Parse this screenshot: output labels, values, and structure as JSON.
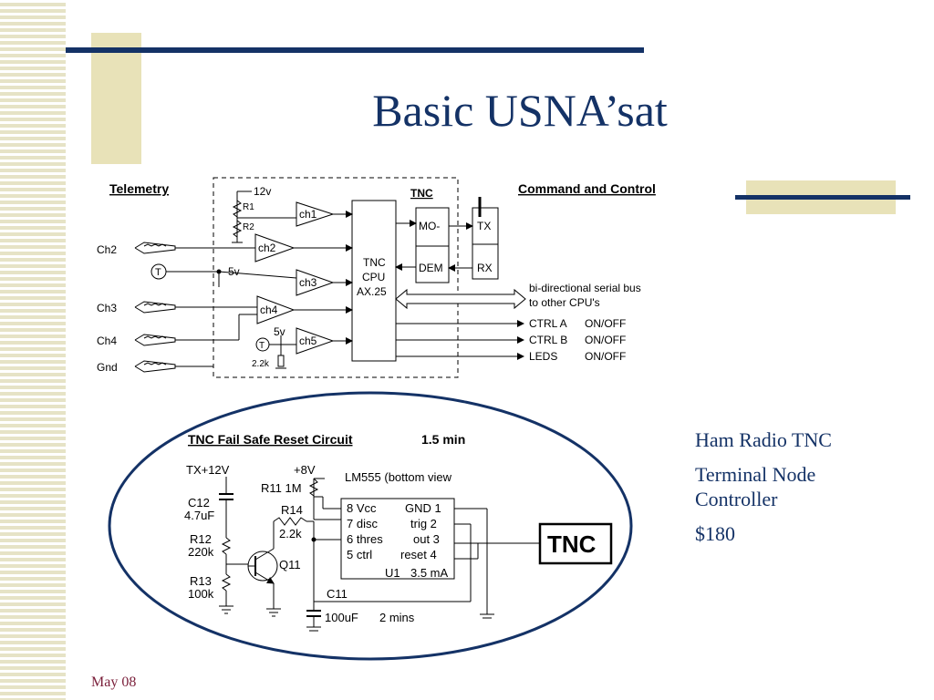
{
  "slide": {
    "title": "Basic USNA’sat",
    "footer": "May 08",
    "colors": {
      "title": "#143266",
      "accent": "#e8e2b8",
      "footer": "#7a1f3a"
    }
  },
  "info_lines": [
    "Ham Radio TNC",
    "Terminal Node Controller",
    "$180"
  ],
  "telemetry_diagram": {
    "telemetry_label": "Telemetry",
    "tnc_label": "TNC",
    "command_label": "Command and Control",
    "supply_12v": "12v",
    "r1": "R1",
    "r2": "R2",
    "supply_5v": "5v",
    "temp_symbol": "T",
    "resistor_22k": "2.2k",
    "channel_inputs": [
      "Ch2",
      "Ch3",
      "Ch4",
      "Gnd"
    ],
    "amplifiers": [
      "ch1",
      "ch2",
      "ch3",
      "ch4",
      "ch5"
    ],
    "cpu_lines": [
      "TNC",
      "CPU",
      "AX.25"
    ],
    "modem_top": "MO-",
    "modem_bottom": "DEM",
    "tx": "TX",
    "rx": "RX",
    "bus_lines": [
      "bi-directional serial bus",
      "to other CPU's"
    ],
    "outputs": [
      {
        "name": "CTRL A",
        "state": "ON/OFF"
      },
      {
        "name": "CTRL B",
        "state": "ON/OFF"
      },
      {
        "name": "LEDS",
        "state": "ON/OFF"
      }
    ]
  },
  "reset_circuit": {
    "title": "TNC Fail Safe Reset Circuit",
    "time": "1.5 min",
    "tx_supply": "TX+12V",
    "supply_8v": "+8V",
    "r11": "R11 1M",
    "lm555": "LM555 (bottom view",
    "c12_name": "C12",
    "c12_value": "4.7uF",
    "r14_name": "R14",
    "r14_value": "2.2k",
    "r12_name": "R12",
    "r12_value": "220k",
    "r13_name": "R13",
    "r13_value": "100k",
    "q11": "Q11",
    "pins_left": [
      "8 Vcc",
      "7 disc",
      "6 thres",
      "5 ctrl"
    ],
    "pins_right": [
      "GND 1",
      "trig 2",
      "out 3",
      "reset 4"
    ],
    "u1": "U1",
    "current": "3.5 mA",
    "c11_name": "C11",
    "c11_value": "100uF",
    "duration": "2 mins",
    "tnc_box": "TNC"
  }
}
